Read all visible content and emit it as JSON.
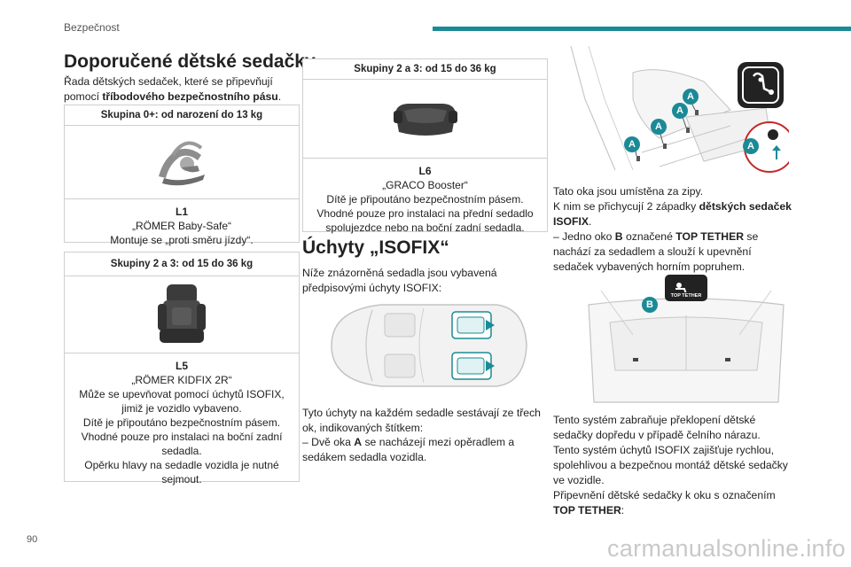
{
  "header": {
    "section_label": "Bezpečnost",
    "accent_color": "#1b8a96"
  },
  "page_number": "90",
  "watermark": "carmanualsonline.info",
  "left_column": {
    "title": "Doporučené dětské sedačky",
    "intro_part1": "Řada dětských sedaček, které se připevňují pomocí ",
    "intro_bold": "tříbodového bezpečnostního pásu",
    "intro_end": ".",
    "card1": {
      "heading": "Skupina 0+: od narození do 13 kg",
      "code": "L1",
      "name": "„RÖMER Baby-Safe“",
      "note": "Montuje se „proti směru jízdy“."
    },
    "card2": {
      "heading": "Skupiny 2 a 3: od 15 do 36 kg",
      "code": "L5",
      "name": "„RÖMER KIDFIX 2R“",
      "line1": "Může se upevňovat pomocí úchytů ISOFIX, jimiž je vozidlo vybaveno.",
      "line2": "Dítě je připoutáno bezpečnostním pásem.",
      "line3": "Vhodné pouze pro instalaci na boční zadní sedadla.",
      "line4": "Opěrku hlavy na sedadle vozidla je nutné sejmout."
    }
  },
  "middle_column": {
    "card3": {
      "heading": "Skupiny 2 a 3: od 15 do 36 kg",
      "code": "L6",
      "name": "„GRACO Booster“",
      "line1": "Dítě je připoutáno bezpečnostním pásem.",
      "line2": "Vhodné pouze pro instalaci na přední sedadlo spolujezdce nebo na boční zadní sedadla."
    },
    "title": "Úchyty „ISOFIX“",
    "intro": "Níže znázorněná sedadla jsou vybavená předpisovými úchyty ISOFIX:",
    "desc": "Tyto úchyty na každém sedadle sestávají ze třech ok, indikovaných štítkem:",
    "bullet_prefix": "–  Dvě oka ",
    "bullet_letter": "A",
    "bullet_rest": " se nacházejí mezi opěradlem a sedákem sedadla vozidla."
  },
  "right_column": {
    "anchor_labels": [
      "A",
      "A",
      "A",
      "A",
      "A"
    ],
    "tether_label": "TOP TETHER",
    "b_label": "B",
    "p1_line": "Tato oka jsou umístěna za zipy.",
    "p2_part1": "K nim se přichycují 2 západky ",
    "p2_bold": "dětských sedaček ISOFIX",
    "p2_end": ".",
    "p3_part1": "–  Jedno oko ",
    "p3_b": "B",
    "p3_part2": " označené ",
    "p3_bold": "TOP TETHER",
    "p3_part3": " se nachází za sedadlem a slouží k upevnění sedaček vybavených horním popruhem.",
    "p4": "Tento systém zabraňuje překlopení dětské sedačky dopředu v případě čelního nárazu.",
    "p5": "Tento systém úchytů ISOFIX zajišťuje rychlou, spolehlivou a bezpečnou montáž dětské sedačky ve vozidle.",
    "p6_part1": "Připevnění dětské sedačky k oku s označením ",
    "p6_bold": "TOP TETHER",
    "p6_end": ":"
  }
}
